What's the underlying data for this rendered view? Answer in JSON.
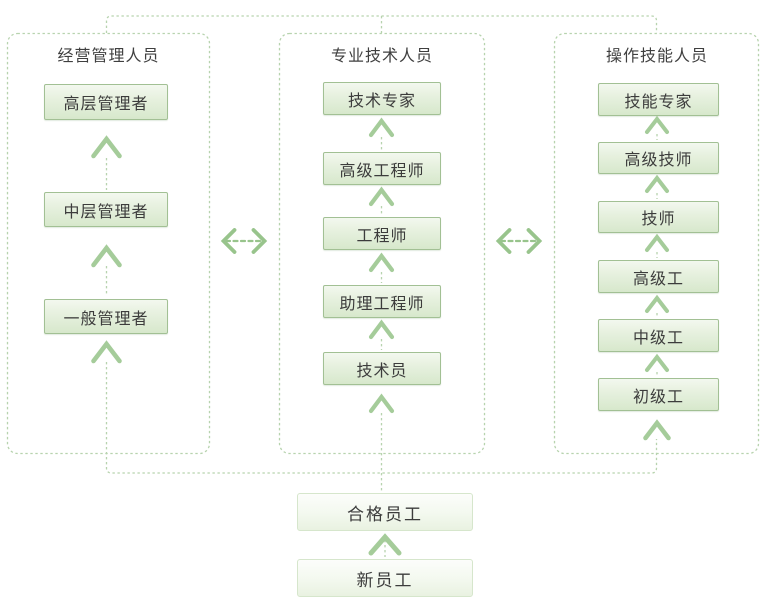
{
  "columns": [
    {
      "title": "经营管理人员",
      "boxes": [
        {
          "label": "高层管理者"
        },
        {
          "label": "中层管理者"
        },
        {
          "label": "一般管理者"
        }
      ]
    },
    {
      "title": "专业技术人员",
      "boxes": [
        {
          "label": "技术专家"
        },
        {
          "label": "高级工程师"
        },
        {
          "label": "工程师"
        },
        {
          "label": "助理工程师"
        },
        {
          "label": "技术员"
        }
      ]
    },
    {
      "title": "操作技能人员",
      "boxes": [
        {
          "label": "技能专家"
        },
        {
          "label": "高级技师"
        },
        {
          "label": "技师"
        },
        {
          "label": "高级工"
        },
        {
          "label": "中级工"
        },
        {
          "label": "初级工"
        }
      ]
    }
  ],
  "base": {
    "boxes": [
      {
        "label": "合格员工"
      },
      {
        "label": "新员工"
      }
    ]
  },
  "flow": {
    "direction": "bottom-up",
    "lateral_links": [
      "经营管理人员 ↔ 专业技术人员",
      "专业技术人员 ↔ 操作技能人员"
    ]
  },
  "colors": {
    "background": "#ffffff",
    "box_border": "#a2c094",
    "box_fill_top": "#f3f8ef",
    "box_fill_bottom": "#d7e8cc",
    "base_box_border": "#d6e6cc",
    "base_box_fill_top": "#fcfdfb",
    "base_box_fill_bottom": "#e9f2e1",
    "dashed_line": "#b7d3ae",
    "arrow": "#a5cc9a",
    "lateral_arrow": "#98c48c",
    "text": "#3c3c3c"
  }
}
